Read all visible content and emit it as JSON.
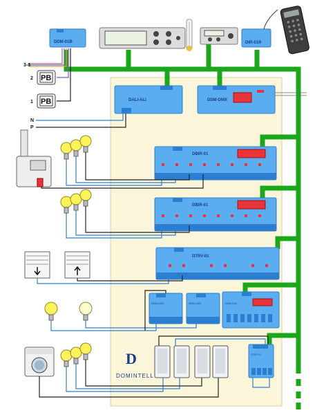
{
  "modules": {
    "bus_interface": "DDM-01B",
    "ali": "DALI-ALI",
    "dmx": "DDM-DMX",
    "bir_1": "DBIR-01",
    "bir_2": "DBIR-01",
    "trv": "DTRV-01",
    "d500_1": "DDIM-D500",
    "d500_2": "DDIM-D500",
    "dim": "DDIM-DIM",
    "ir": "DIR-01R",
    "trp": "DTRP-01"
  },
  "inputs": {
    "multi": "3-8",
    "pb2_num": "2",
    "pb1_num": "1",
    "pb_label": "PB",
    "n_label": "N",
    "p_label": "P"
  },
  "brand": {
    "name": "DOMINTELL",
    "logo_letter": "D"
  },
  "colors": {
    "bus": "#1aa81a",
    "panel": "#fbf6d9",
    "module": "#5aaef0",
    "module_dark": "#2c7fd0",
    "dip": "#e8333a",
    "wire_blue": "#2f7fd6",
    "wire_black": "#222222"
  }
}
